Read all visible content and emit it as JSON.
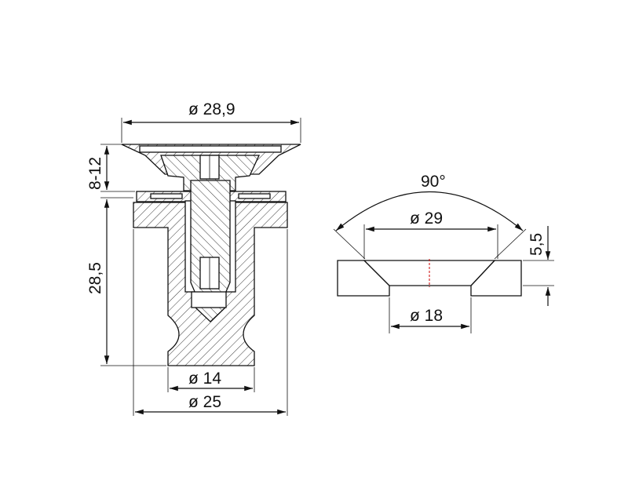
{
  "left_view": {
    "dim_top_diameter": "ø 28,9",
    "dim_height_adjust": "8-12",
    "dim_height_body": "28,5",
    "dim_shaft_diameter": "ø 14",
    "dim_base_diameter": "ø 25"
  },
  "right_view": {
    "dim_angle": "90°",
    "dim_outer_diameter": "ø 29",
    "dim_thickness": "5,5",
    "dim_inner_diameter": "ø 18"
  },
  "colors": {
    "line": "#111111",
    "center_mark": "#cc0000",
    "background": "#ffffff"
  }
}
